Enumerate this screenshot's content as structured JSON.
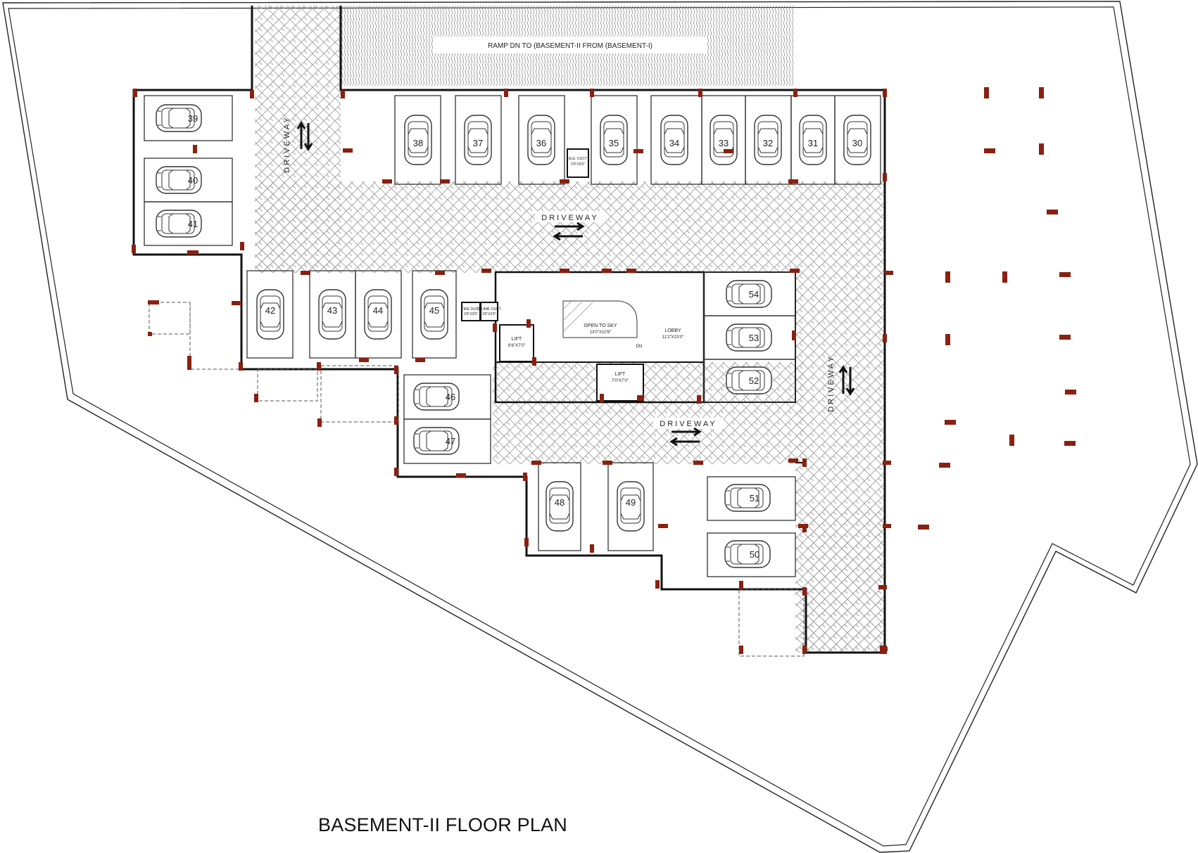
{
  "title": "BASEMENT-II FLOOR PLAN",
  "ramp_label": "RAMP DN TO (BASEMENT-II FROM (BASEMENT-I)",
  "driveway_label": "DRIVEWAY",
  "lobby": {
    "name": "LOBBY",
    "size": "11'2\"X23'0\""
  },
  "open_to_sky": {
    "name": "OPEN TO SKY",
    "size": "13'0\"X10'9\""
  },
  "lift_a": {
    "name": "LIFT",
    "size": "6'6\"X7'0\""
  },
  "lift_b": {
    "name": "LIFT",
    "size": "7'0\"X7'0\""
  },
  "elec_duct": {
    "name": "ELE. DUCT",
    "size": "3'0\"X3'0\""
  },
  "fire_duct": {
    "name": "FIRE DUCT",
    "size": "3'6\"X3'6\""
  },
  "plumb_duct": {
    "name": "PLUMB. DUCT",
    "size": "3'6\"X3'6\""
  },
  "stair_dn": "DN",
  "parking_slots": [
    "30",
    "31",
    "32",
    "33",
    "34",
    "35",
    "36",
    "37",
    "38",
    "39",
    "40",
    "41",
    "42",
    "43",
    "44",
    "45",
    "46",
    "47",
    "48",
    "49",
    "50",
    "51",
    "52",
    "53",
    "54"
  ],
  "colors": {
    "wall": "#111111",
    "column": "#7a1a10",
    "column_hl": "#b23318",
    "paving": "#9a9a9a",
    "car": "#333333"
  }
}
